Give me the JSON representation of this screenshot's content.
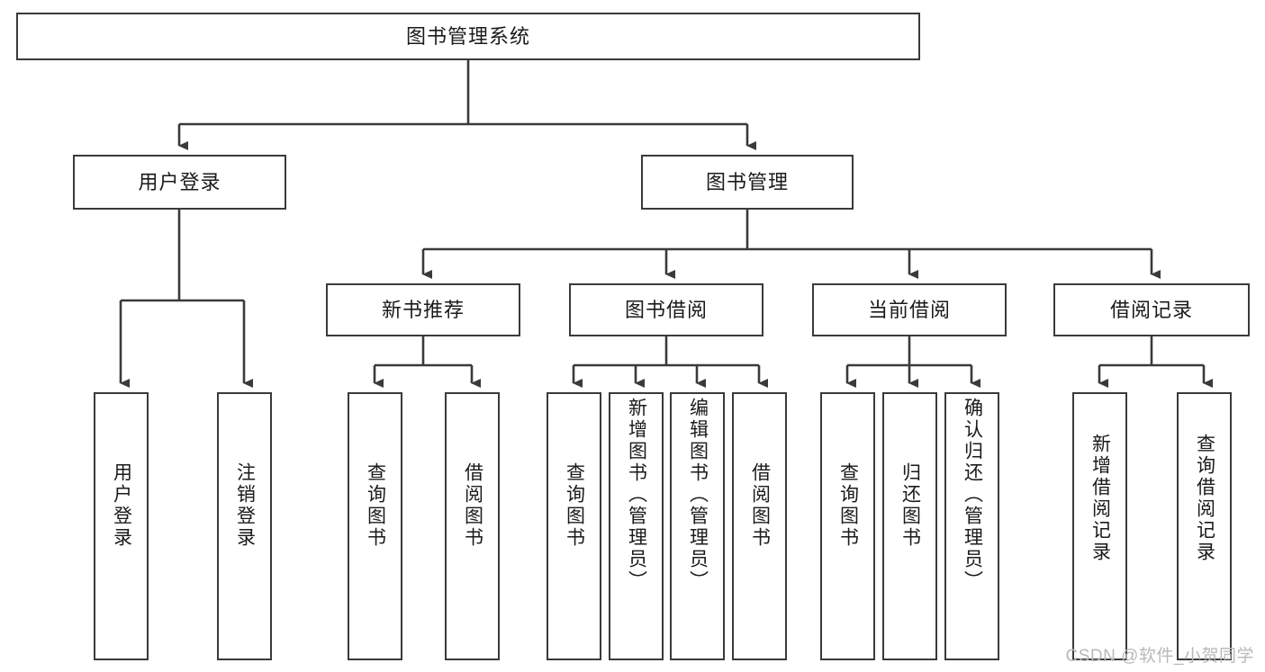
{
  "diagram": {
    "title": "图书管理系统",
    "type": "tree-hierarchy-chart",
    "root": {
      "label": "图书管理系统"
    },
    "level2": [
      {
        "label": "用户登录"
      },
      {
        "label": "图书管理"
      }
    ],
    "level3": [
      {
        "label": "新书推荐"
      },
      {
        "label": "图书借阅"
      },
      {
        "label": "当前借阅"
      },
      {
        "label": "借阅记录"
      }
    ],
    "leaves": {
      "user_login": [
        {
          "label": "用户登录"
        },
        {
          "label": "注销登录"
        }
      ],
      "new_book": [
        {
          "label": "查询图书"
        },
        {
          "label": "借阅图书"
        }
      ],
      "book_borrow": [
        {
          "label": "查询图书"
        },
        {
          "label": "新增图书（管理员）"
        },
        {
          "label": "编辑图书（管理员）"
        },
        {
          "label": "借阅图书"
        }
      ],
      "current_borrow": [
        {
          "label": "查询图书"
        },
        {
          "label": "归还图书"
        },
        {
          "label": "确认归还（管理员）"
        }
      ],
      "borrow_record": [
        {
          "label": "新增借阅记录"
        },
        {
          "label": "查询借阅记录"
        }
      ]
    }
  },
  "watermark": {
    "text": "CSDN @软件_小贺同学"
  },
  "colors": {
    "stroke": "#3a3a3a",
    "background": "#ffffff",
    "text": "#1a1a1a",
    "watermark": "#b9b9b9"
  }
}
